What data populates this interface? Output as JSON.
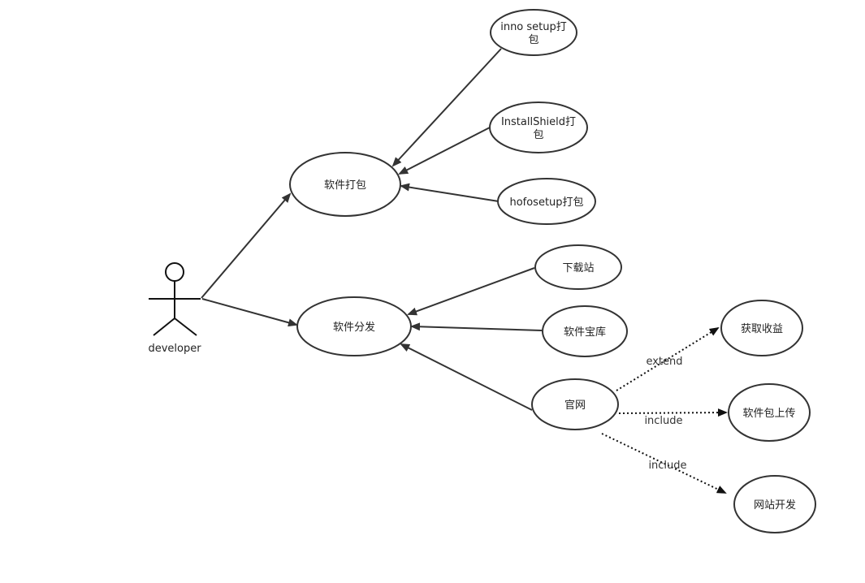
{
  "actor": {
    "label": "developer"
  },
  "nodes": {
    "software_packaging": "软件打包",
    "inno_setup": [
      "inno setup打",
      "包"
    ],
    "installshield": [
      "InstallShield打",
      "包"
    ],
    "hofosetup": "hofosetup打包",
    "software_distribution": "软件分发",
    "download_site": "下载站",
    "software_store": "软件宝库",
    "official_site": "官网",
    "get_revenue": "获取收益",
    "package_upload": "软件包上传",
    "website_dev": "网站开发"
  },
  "edges": {
    "extend_label": "extend",
    "include_label_1": "include",
    "include_label_2": "include"
  }
}
